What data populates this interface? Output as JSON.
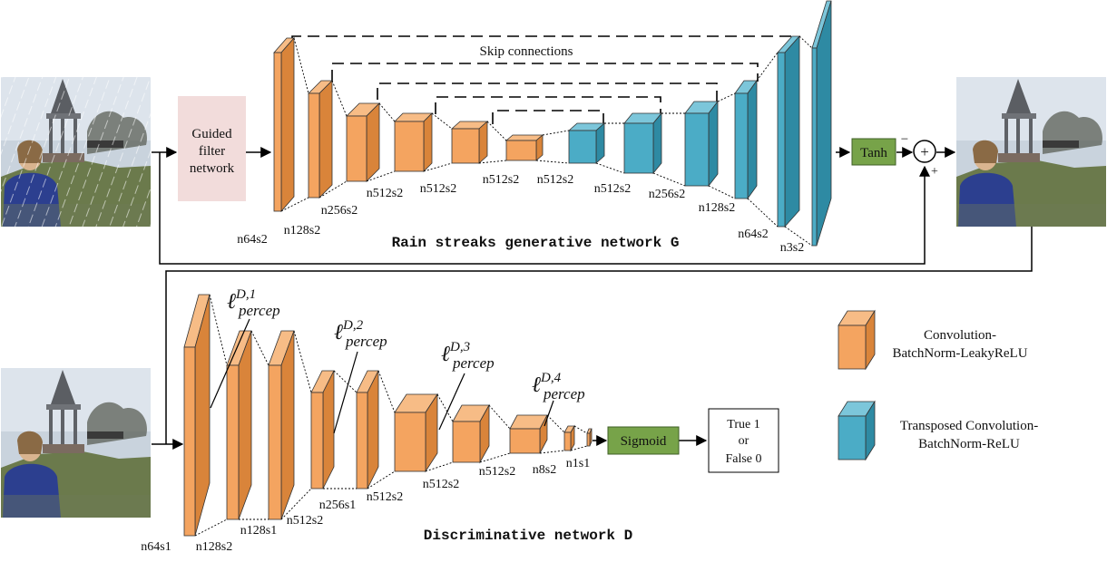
{
  "generator": {
    "title": "Rain streaks generative network G",
    "skip_label": "Skip connections",
    "guided_filter_label": [
      "Guided",
      "filter",
      "network"
    ],
    "tanh_label": "Tanh",
    "plus_symbol": "+",
    "minus_symbol": "−",
    "plus_input_symbol": "+",
    "encoder_layers": [
      "n64s2",
      "n128s2",
      "n256s2",
      "n512s2",
      "n512s2",
      "n512s2"
    ],
    "decoder_layers": [
      "n512s2",
      "n512s2",
      "n256s2",
      "n128s2",
      "n64s2",
      "n3s2"
    ]
  },
  "discriminator": {
    "title": "Discriminative network D",
    "sigmoid_label": "Sigmoid",
    "output_label": [
      "True 1",
      "or",
      "False 0"
    ],
    "layers": [
      "n64s1",
      "n128s2",
      "n128s1",
      "n512s2",
      "n256s1",
      "n512s2",
      "n512s2",
      "n512s2",
      "n8s2",
      "n1s1"
    ],
    "perceptual_losses": [
      {
        "base": "ℓ",
        "sup": "D,1",
        "sub": "percep"
      },
      {
        "base": "ℓ",
        "sup": "D,2",
        "sub": "percep"
      },
      {
        "base": "ℓ",
        "sup": "D,3",
        "sub": "percep"
      },
      {
        "base": "ℓ",
        "sup": "D,4",
        "sub": "percep"
      }
    ]
  },
  "legend": {
    "conv_label": [
      "Convolution-",
      "BatchNorm-LeakyReLU"
    ],
    "tconv_label": [
      "Transposed Convolution-",
      "BatchNorm-ReLU"
    ]
  },
  "colors": {
    "conv_front": "#F4A460",
    "conv_side": "#D9843A",
    "conv_top": "#F7BC86",
    "tconv_front": "#4BACC6",
    "tconv_side": "#2E8AA3",
    "tconv_top": "#7CC6DA",
    "guided_box": "#F2DCDB",
    "tanh_box": "#77A349",
    "sigmoid_box": "#77A349"
  }
}
